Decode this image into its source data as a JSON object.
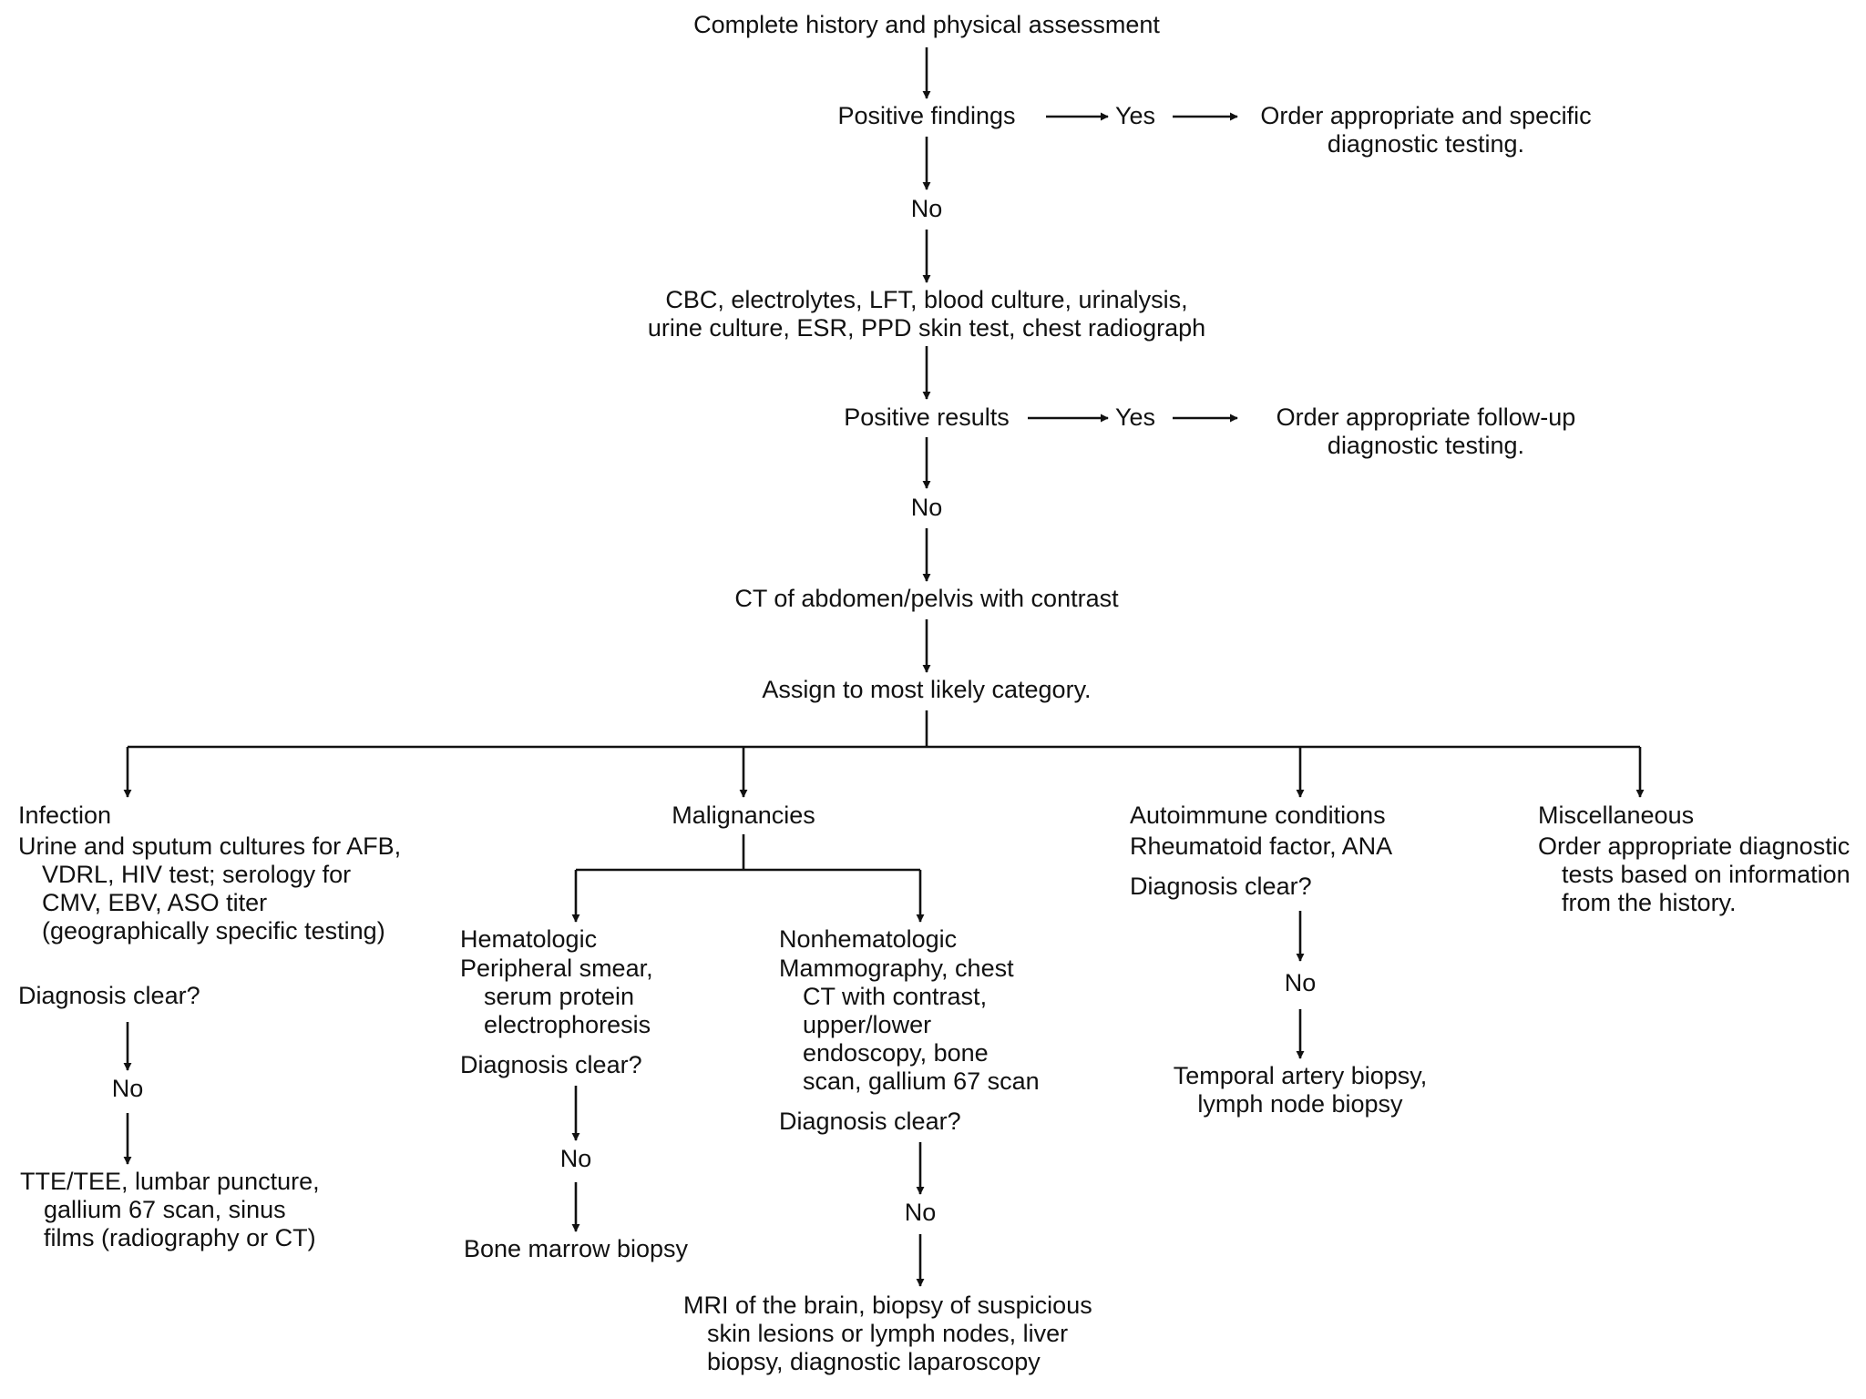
{
  "colors": {
    "ink": "#111111",
    "background": "#ffffff"
  },
  "nodes": {
    "history": "Complete history and physical assessment",
    "positive_findings": "Positive findings",
    "yes_1": "Yes",
    "order_specific": "Order appropriate and specific\ndiagnostic testing.",
    "no_1": "No",
    "labs": "CBC, electrolytes, LFT, blood culture, urinalysis,\nurine culture, ESR, PPD skin test, chest radiograph",
    "positive_results": "Positive results",
    "yes_2": "Yes",
    "order_followup": "Order appropriate follow-up\ndiagnostic testing.",
    "no_2": "No",
    "ct": "CT of abdomen/pelvis with contrast",
    "assign": "Assign to most likely category."
  },
  "infection": {
    "title": "Infection",
    "tests": "Urine and sputum cultures for AFB, VDRL, HIV test; serology for CMV, EBV, ASO titer (geographically specific testing)",
    "question": "Diagnosis clear?",
    "no": "No",
    "next": "TTE/TEE, lumbar puncture,\ngallium 67 scan, sinus\nfilms (radiography or CT)"
  },
  "malignancies": {
    "title": "Malignancies",
    "hematologic": {
      "title": "Hematologic",
      "tests": "Peripheral smear,\nserum protein\nelectrophoresis",
      "question": "Diagnosis clear?",
      "no": "No",
      "next": "Bone marrow biopsy"
    },
    "nonhematologic": {
      "title": "Nonhematologic",
      "tests": "Mammography, chest\nCT with contrast,\nupper/lower\nendoscopy, bone\nscan, gallium 67 scan",
      "question": "Diagnosis clear?",
      "no": "No",
      "next": "MRI of the brain, biopsy of suspicious\nskin lesions or lymph nodes, liver\nbiopsy, diagnostic laparoscopy"
    }
  },
  "autoimmune": {
    "title": "Autoimmune conditions",
    "tests": "Rheumatoid factor, ANA",
    "question": "Diagnosis clear?",
    "no": "No",
    "next": "Temporal artery biopsy,\nlymph node biopsy"
  },
  "miscellaneous": {
    "title": "Miscellaneous",
    "tests": "Order appropriate diagnostic tests based on information from the history."
  }
}
